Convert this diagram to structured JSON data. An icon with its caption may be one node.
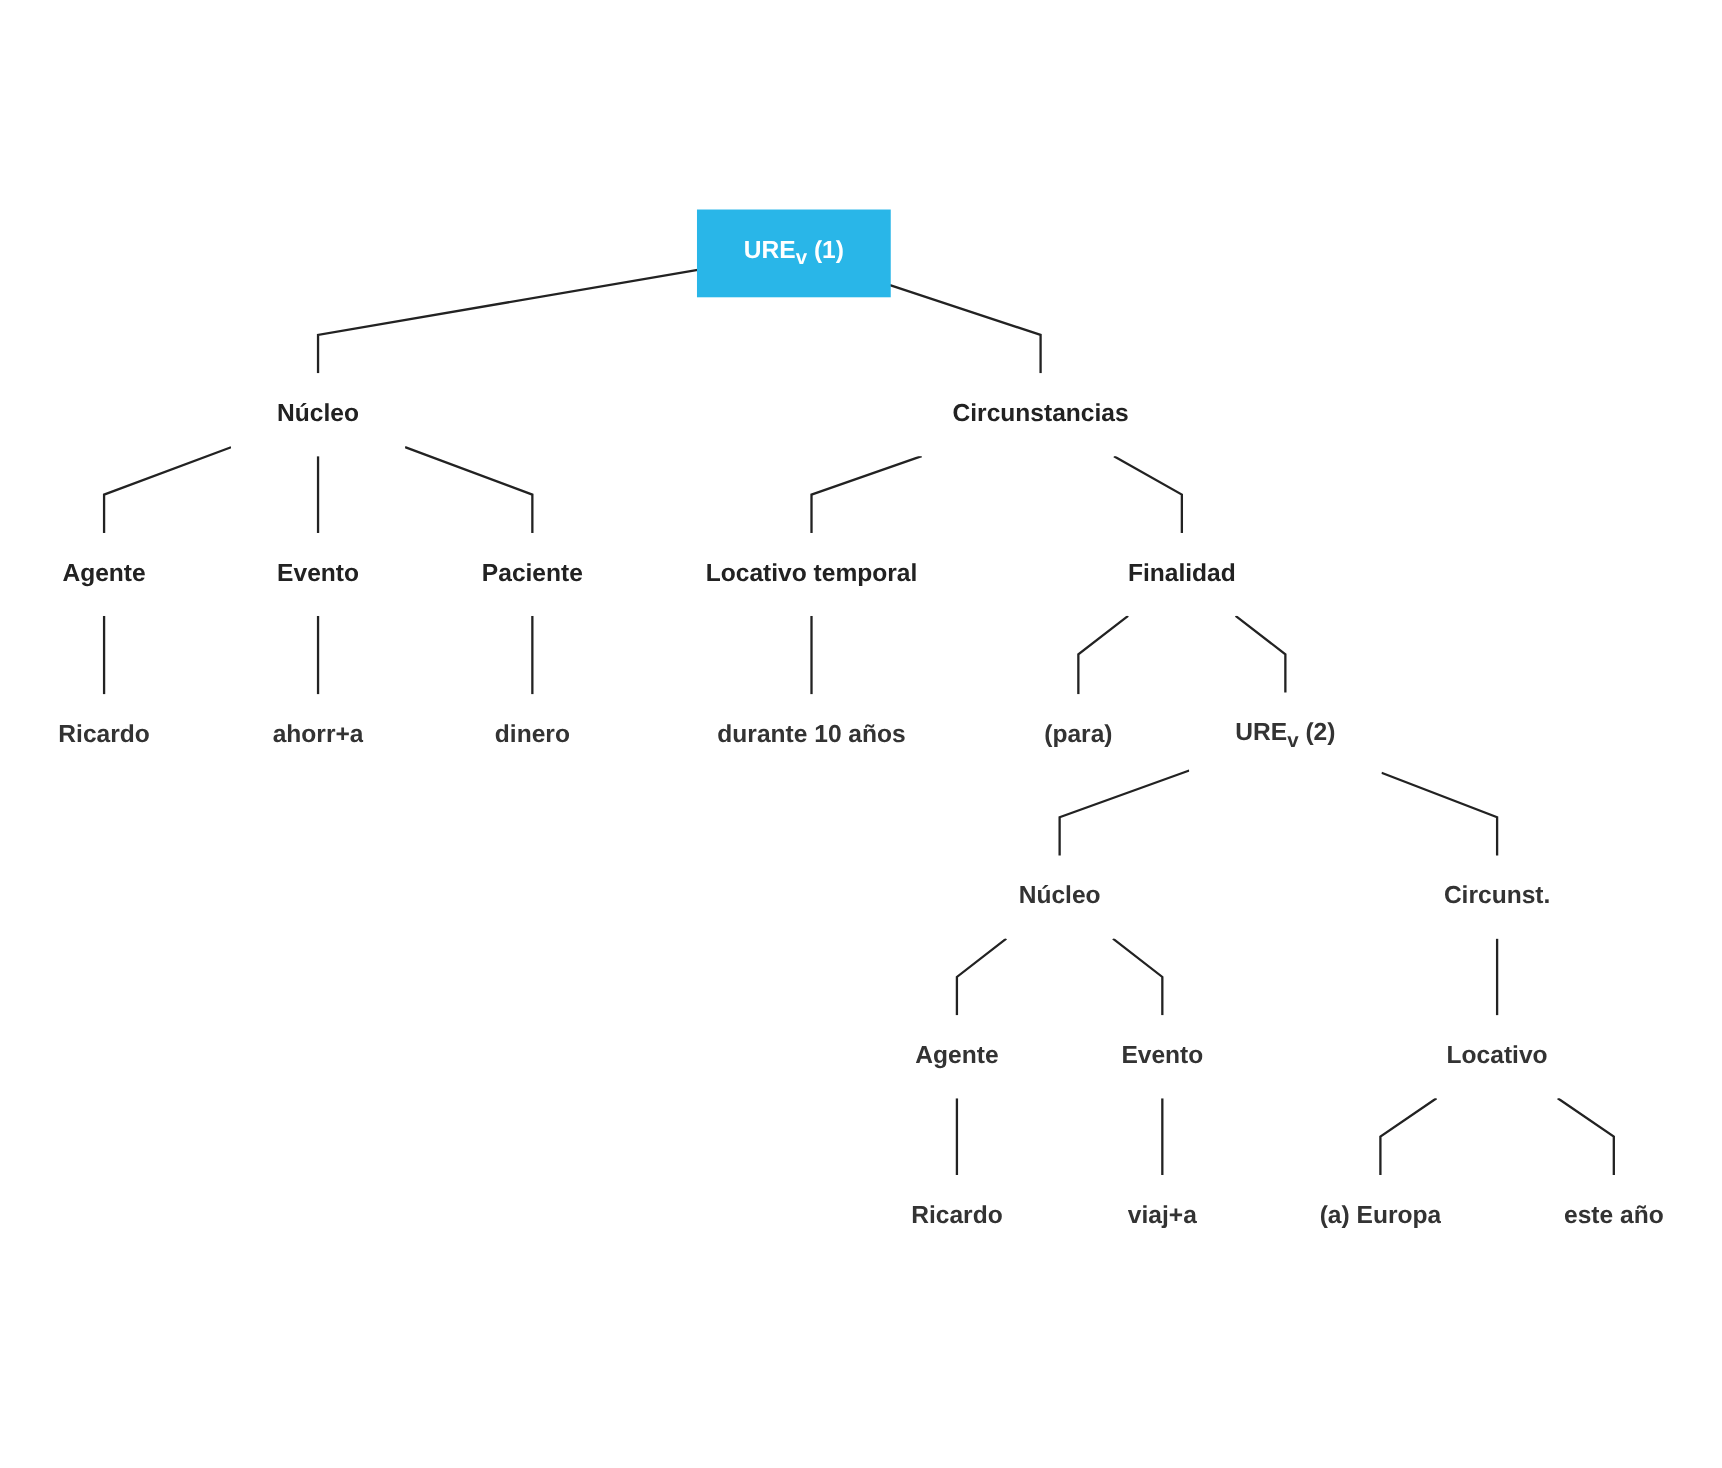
{
  "diagram": {
    "nodes": [
      {
        "text": [
          "URE$_{v}$ (1)"
        ]
      },
      {
        "text": [
          "Núcleo"
        ]
      },
      {
        "text": [
          "Circunstancias"
        ]
      },
      {
        "text": [
          "Agente"
        ]
      },
      {
        "text": [
          "Evento"
        ]
      },
      {
        "text": [
          "Paciente"
        ]
      },
      {
        "text": [
          "Locativo temporal"
        ]
      },
      {
        "text": [
          "Finalidad"
        ]
      },
      {
        "text": [
          "(para)"
        ]
      },
      {
        "text": [
          "URE$_{v}$ (2)"
        ]
      },
      {
        "text": [
          "Núcleo"
        ]
      },
      {
        "text": [
          "Circunst."
        ]
      },
      {
        "text": [
          "Agente"
        ]
      },
      {
        "text": [
          "Evento"
        ]
      },
      {
        "text": [
          "Locativo"
        ]
      },
      {
        "text": [
          "Ricardo"
        ]
      },
      {
        "text": [
          "ahorr+a"
        ]
      },
      {
        "text": [
          "dinero"
        ]
      },
      {
        "text": [
          "durante 10 años"
        ]
      },
      {
        "text": [
          "Ricardo"
        ]
      },
      {
        "text": [
          "viaj+a"
        ]
      },
      {
        "text": [
          "(a) Europa"
        ]
      },
      {
        "text": [
          "este año"
        ]
      }
    ],
    "edges": [
      {
        "from": 0,
        "to": 1,
        "arrow": "none"
      },
      {
        "from": 0,
        "to": 2,
        "arrow": "none"
      },
      {
        "from": 1,
        "to": 3,
        "arrow": "none"
      },
      {
        "from": 1,
        "to": 4,
        "arrow": "none"
      },
      {
        "from": 1,
        "to": 5,
        "arrow": "none"
      },
      {
        "from": 2,
        "to": 6,
        "arrow": "none"
      },
      {
        "from": 2,
        "to": 7,
        "arrow": "none"
      },
      {
        "from": 3,
        "to": 15,
        "arrow": "none"
      },
      {
        "from": 4,
        "to": 16,
        "arrow": "none"
      },
      {
        "from": 5,
        "to": 17,
        "arrow": "none"
      },
      {
        "from": 6,
        "to": 18,
        "arrow": "none"
      },
      {
        "from": 7,
        "to": 8,
        "arrow": "none"
      },
      {
        "from": 7,
        "to": 9,
        "arrow": "none"
      },
      {
        "from": 9,
        "to": 10,
        "arrow": "none"
      },
      {
        "from": 9,
        "to": 11,
        "arrow": "none"
      },
      {
        "from": 10,
        "to": 12,
        "arrow": "none"
      },
      {
        "from": 10,
        "to": 13,
        "arrow": "none"
      },
      {
        "from": 11,
        "to": 14,
        "arrow": "none"
      },
      {
        "from": 12,
        "to": 19,
        "arrow": "none"
      },
      {
        "from": 13,
        "to": 20,
        "arrow": "none"
      },
      {
        "from": 14,
        "to": 21,
        "arrow": "none"
      },
      {
        "from": 14,
        "to": 22,
        "arrow": "none"
      }
    ]
  }
}
